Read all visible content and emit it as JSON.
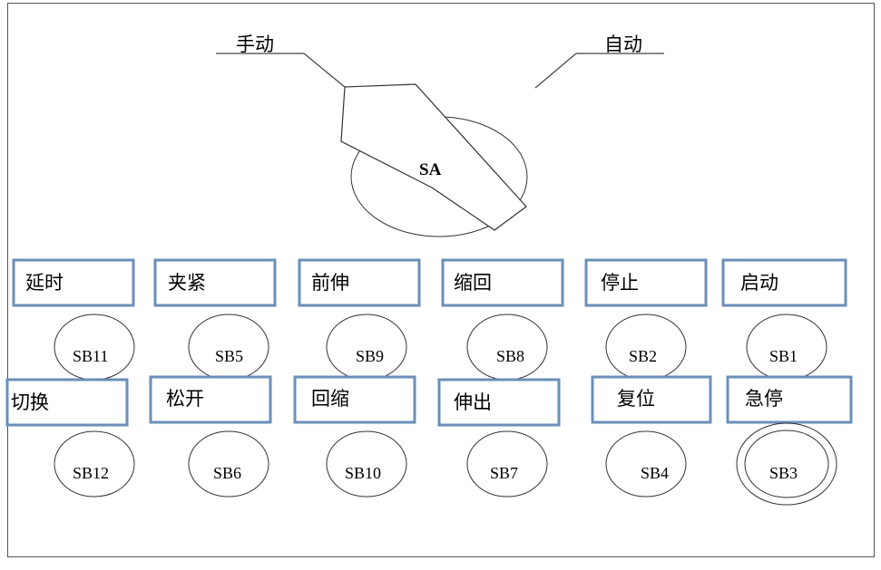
{
  "selector": {
    "label": "SA",
    "positions": {
      "manual": "手动",
      "auto": "自动"
    }
  },
  "controls": [
    {
      "label": "延时",
      "button": "SB11"
    },
    {
      "label": "夹紧",
      "button": "SB5"
    },
    {
      "label": "前伸",
      "button": "SB9"
    },
    {
      "label": "缩回",
      "button": "SB8"
    },
    {
      "label": "停止",
      "button": "SB2"
    },
    {
      "label": "启动",
      "button": "SB1"
    },
    {
      "label": "切换",
      "button": "SB12"
    },
    {
      "label": "松开",
      "button": "SB6"
    },
    {
      "label": "回缩",
      "button": "SB10"
    },
    {
      "label": "伸出",
      "button": "SB7"
    },
    {
      "label": "复位",
      "button": "SB4"
    },
    {
      "label": "急停",
      "button": "SB3",
      "style": "double-ring"
    }
  ],
  "colors": {
    "label_border": "#6a8fba",
    "panel_border": "#555555"
  }
}
